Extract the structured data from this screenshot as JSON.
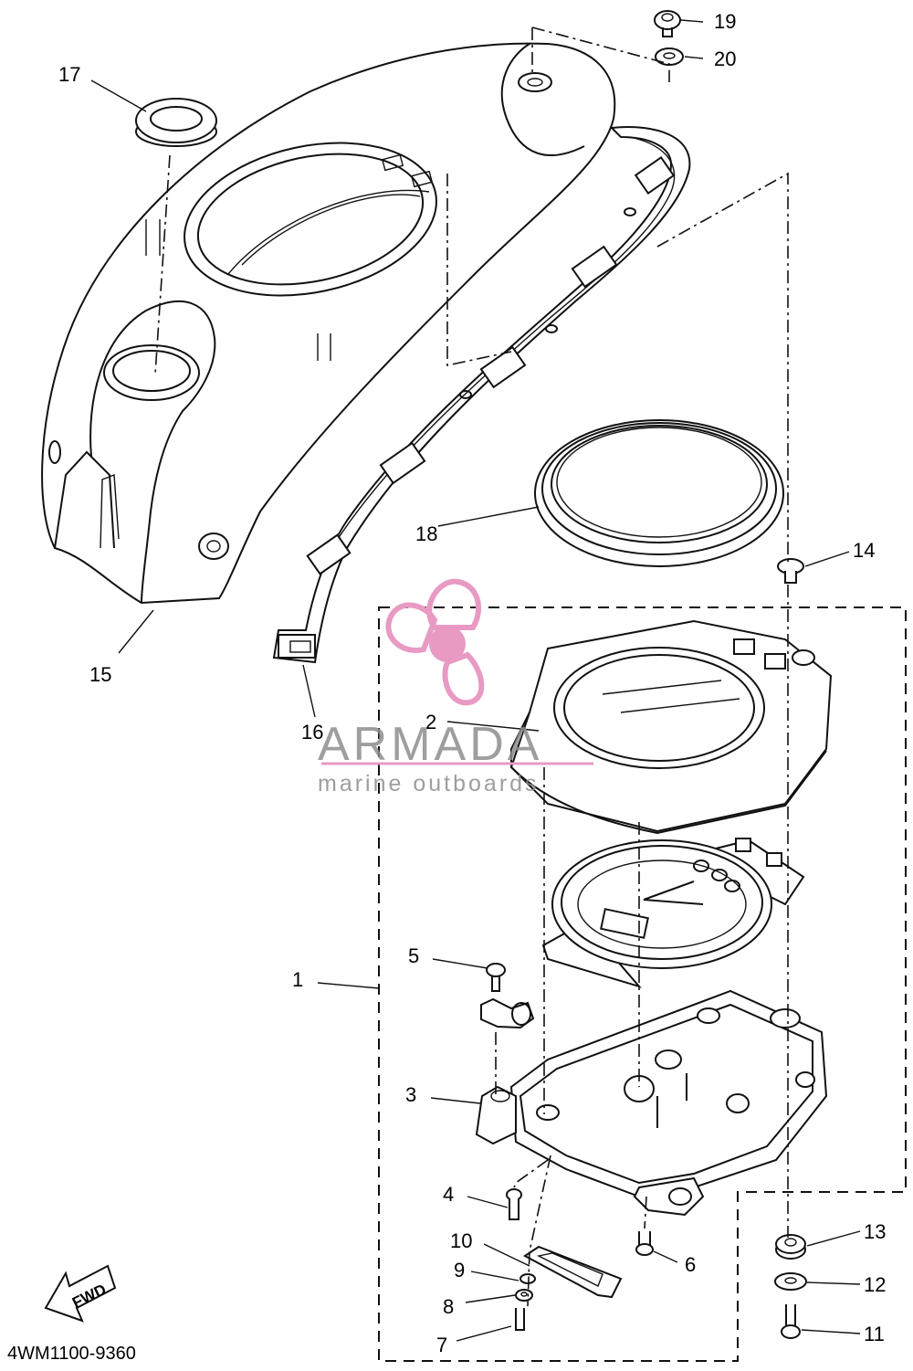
{
  "diagram": {
    "part_code": "4WM1100-9360",
    "direction_label": "FWD",
    "callouts": [
      "1",
      "2",
      "3",
      "4",
      "5",
      "6",
      "7",
      "8",
      "9",
      "10",
      "11",
      "12",
      "13",
      "14",
      "15",
      "16",
      "17",
      "18",
      "19",
      "20"
    ]
  },
  "watermark": {
    "brand": "ARMADA",
    "tagline": "marine outboards",
    "logo_color": "#e89ac3",
    "text_color": "#8e8e8e"
  }
}
